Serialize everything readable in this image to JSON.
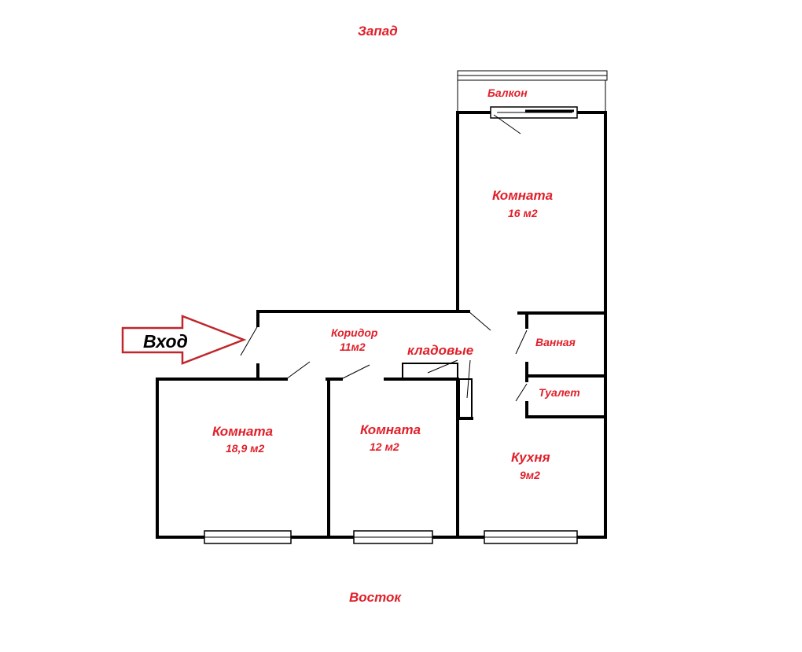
{
  "labels": {
    "west": "Запад",
    "east": "Восток",
    "balcony": "Балкон",
    "room_top": "Комната",
    "room_top_area": "16 м2",
    "corridor": "Коридор",
    "corridor_area": "11м2",
    "storage": "кладовые",
    "bathroom": "Ванная",
    "toilet": "Туалет",
    "room_left": "Комната",
    "room_left_area": "18,9 м2",
    "room_mid": "Комната",
    "room_mid_area": "12 м2",
    "kitchen": "Кухня",
    "kitchen_area": "9м2",
    "entrance": "Вход"
  },
  "colors": {
    "label": "#e0202a",
    "arrow": "#c0262c",
    "wall": "#000000"
  }
}
